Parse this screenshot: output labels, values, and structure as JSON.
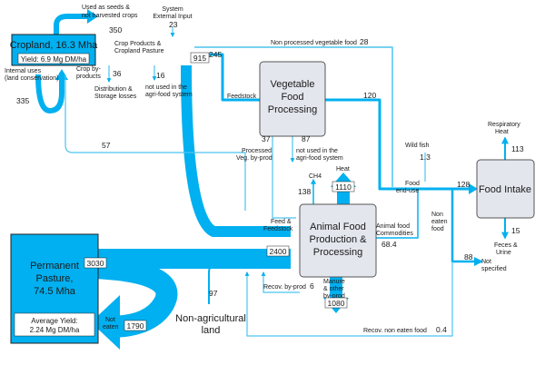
{
  "nodes": {
    "cropland": {
      "title": "Cropland, 16.3 Mha",
      "yield": "Yield: 6.9 Mg DM/ha"
    },
    "pasture": {
      "lines": [
        "Permanent",
        "Pasture,",
        "74.5 Mha"
      ],
      "yield_lines": [
        "Average Yield:",
        "2.24 Mg DM/ha"
      ]
    },
    "vegetable": {
      "lines": [
        "Vegetable",
        "Food",
        "Processing"
      ]
    },
    "animal": {
      "lines": [
        "Animal Food",
        "Production &",
        "Processing"
      ]
    },
    "intake": {
      "lines": [
        "Food Intake"
      ]
    },
    "non_ag_land": {
      "lines": [
        "Non-agricultural",
        "land"
      ]
    }
  },
  "labels": {
    "seeds": [
      "Used as seeds &",
      "not harvested crops"
    ],
    "system_input": [
      "System",
      "External Input"
    ],
    "crop_products": [
      "Crop Products &",
      "Cropland Pasture"
    ],
    "crop_byproducts": [
      "Crop by-",
      "products"
    ],
    "internal_uses": [
      "Internal uses",
      "(land conservation)"
    ],
    "distribution": [
      "Distribution &",
      "Storage losses"
    ],
    "not_used_agri": [
      "not used in the",
      "agri-food system"
    ],
    "non_processed": "Non processed vegetable food",
    "feedstock": "Feedstock",
    "processed_veg": [
      "Processed",
      "Veg. by-prod"
    ],
    "not_used_veg": [
      "not used in the",
      "agri-food system"
    ],
    "ch4": "CH4",
    "heat": "Heat",
    "wild_fish": "Wild fish",
    "food_enduse": [
      "Food",
      "end-use"
    ],
    "respiratory": [
      "Respiratory",
      "Heat"
    ],
    "feed_feedstock": [
      "Feed &",
      "Feedstock"
    ],
    "animal_commodities": [
      "Animal food",
      "Commodities"
    ],
    "non_eaten_food": [
      "Non",
      "eaten",
      "food"
    ],
    "not_specified": [
      "Not",
      "specified"
    ],
    "feces": [
      "Feces &",
      "Urine"
    ],
    "manure": [
      "Manure",
      "& other",
      "by-prod"
    ],
    "recov_byprod": "Recov. by-prod",
    "not_eaten": [
      "Not",
      "eaten"
    ],
    "recov_non_eaten": "Recov. non eaten food"
  },
  "values": {
    "v350": "350",
    "v23": "23",
    "v915": "915",
    "v245": "245",
    "v28": "28",
    "v36": "36",
    "v16": "16",
    "v335": "335",
    "v57": "57",
    "v120": "120",
    "v37": "37",
    "v87": "87",
    "v138": "138",
    "v1110": "1110",
    "v1_3": "1.3",
    "v128": "128",
    "v113": "113",
    "v2400": "2400",
    "v68_4": "68.4",
    "v15": "15",
    "v88": "88",
    "v3030": "3030",
    "v97": "97",
    "v6": "6",
    "v1080": "1080",
    "v1790": "1790",
    "v0_4": "0.4"
  },
  "colors": {
    "flow": "#00b0f0",
    "flow_thin": "#4cc3f0",
    "node_fill": "#e4e6ee",
    "node_stroke": "#555555",
    "pasture_fill": "#00b0f0"
  }
}
